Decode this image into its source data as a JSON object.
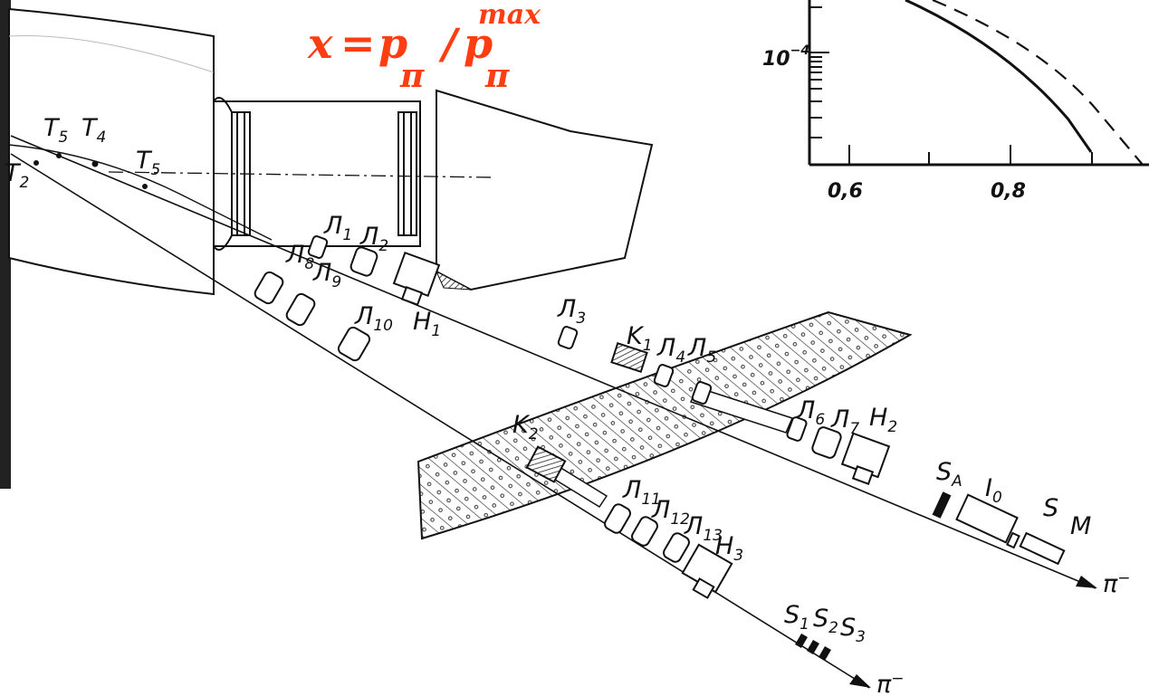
{
  "formula": {
    "x": "x",
    "eq": "=",
    "p": "p",
    "pi": "π",
    "slash": "/",
    "max": "max"
  },
  "plot": {
    "y_tick_label": "10",
    "y_tick_exp": "−4",
    "x_tick_labels": [
      "0,6",
      "0,8"
    ]
  },
  "targets": [
    {
      "sym": "T",
      "sub": "5"
    },
    {
      "sym": "T",
      "sub": "4"
    },
    {
      "sym": "T",
      "sub": "5"
    },
    {
      "sym": "T",
      "sub": "2"
    }
  ],
  "lenses": [
    {
      "sym": "Л",
      "sub": "1"
    },
    {
      "sym": "Л",
      "sub": "2"
    },
    {
      "sym": "Л",
      "sub": "3"
    },
    {
      "sym": "Л",
      "sub": "4"
    },
    {
      "sym": "Л",
      "sub": "5"
    },
    {
      "sym": "Л",
      "sub": "6"
    },
    {
      "sym": "Л",
      "sub": "7"
    },
    {
      "sym": "Л",
      "sub": "8"
    },
    {
      "sym": "Л",
      "sub": "9"
    },
    {
      "sym": "Л",
      "sub": "10"
    },
    {
      "sym": "Л",
      "sub": "11"
    },
    {
      "sym": "Л",
      "sub": "12"
    },
    {
      "sym": "Л",
      "sub": "13"
    }
  ],
  "magnets": [
    {
      "sym": "H",
      "sub": "1"
    },
    {
      "sym": "H",
      "sub": "2"
    },
    {
      "sym": "H",
      "sub": "3"
    }
  ],
  "collimators": [
    {
      "sym": "K",
      "sub": "1"
    },
    {
      "sym": "K",
      "sub": "2"
    }
  ],
  "counters": [
    {
      "sym": "S",
      "sub": "A"
    },
    {
      "sym": "I",
      "sub": "0"
    },
    {
      "sym": "S",
      "sub": ""
    },
    {
      "sym": "M",
      "sub": ""
    },
    {
      "sym": "S",
      "sub": "1"
    },
    {
      "sym": "S",
      "sub": "2"
    },
    {
      "sym": "S",
      "sub": "3"
    }
  ],
  "beams": [
    {
      "label": "π",
      "charge": "−"
    },
    {
      "label": "π",
      "charge": "−"
    }
  ]
}
